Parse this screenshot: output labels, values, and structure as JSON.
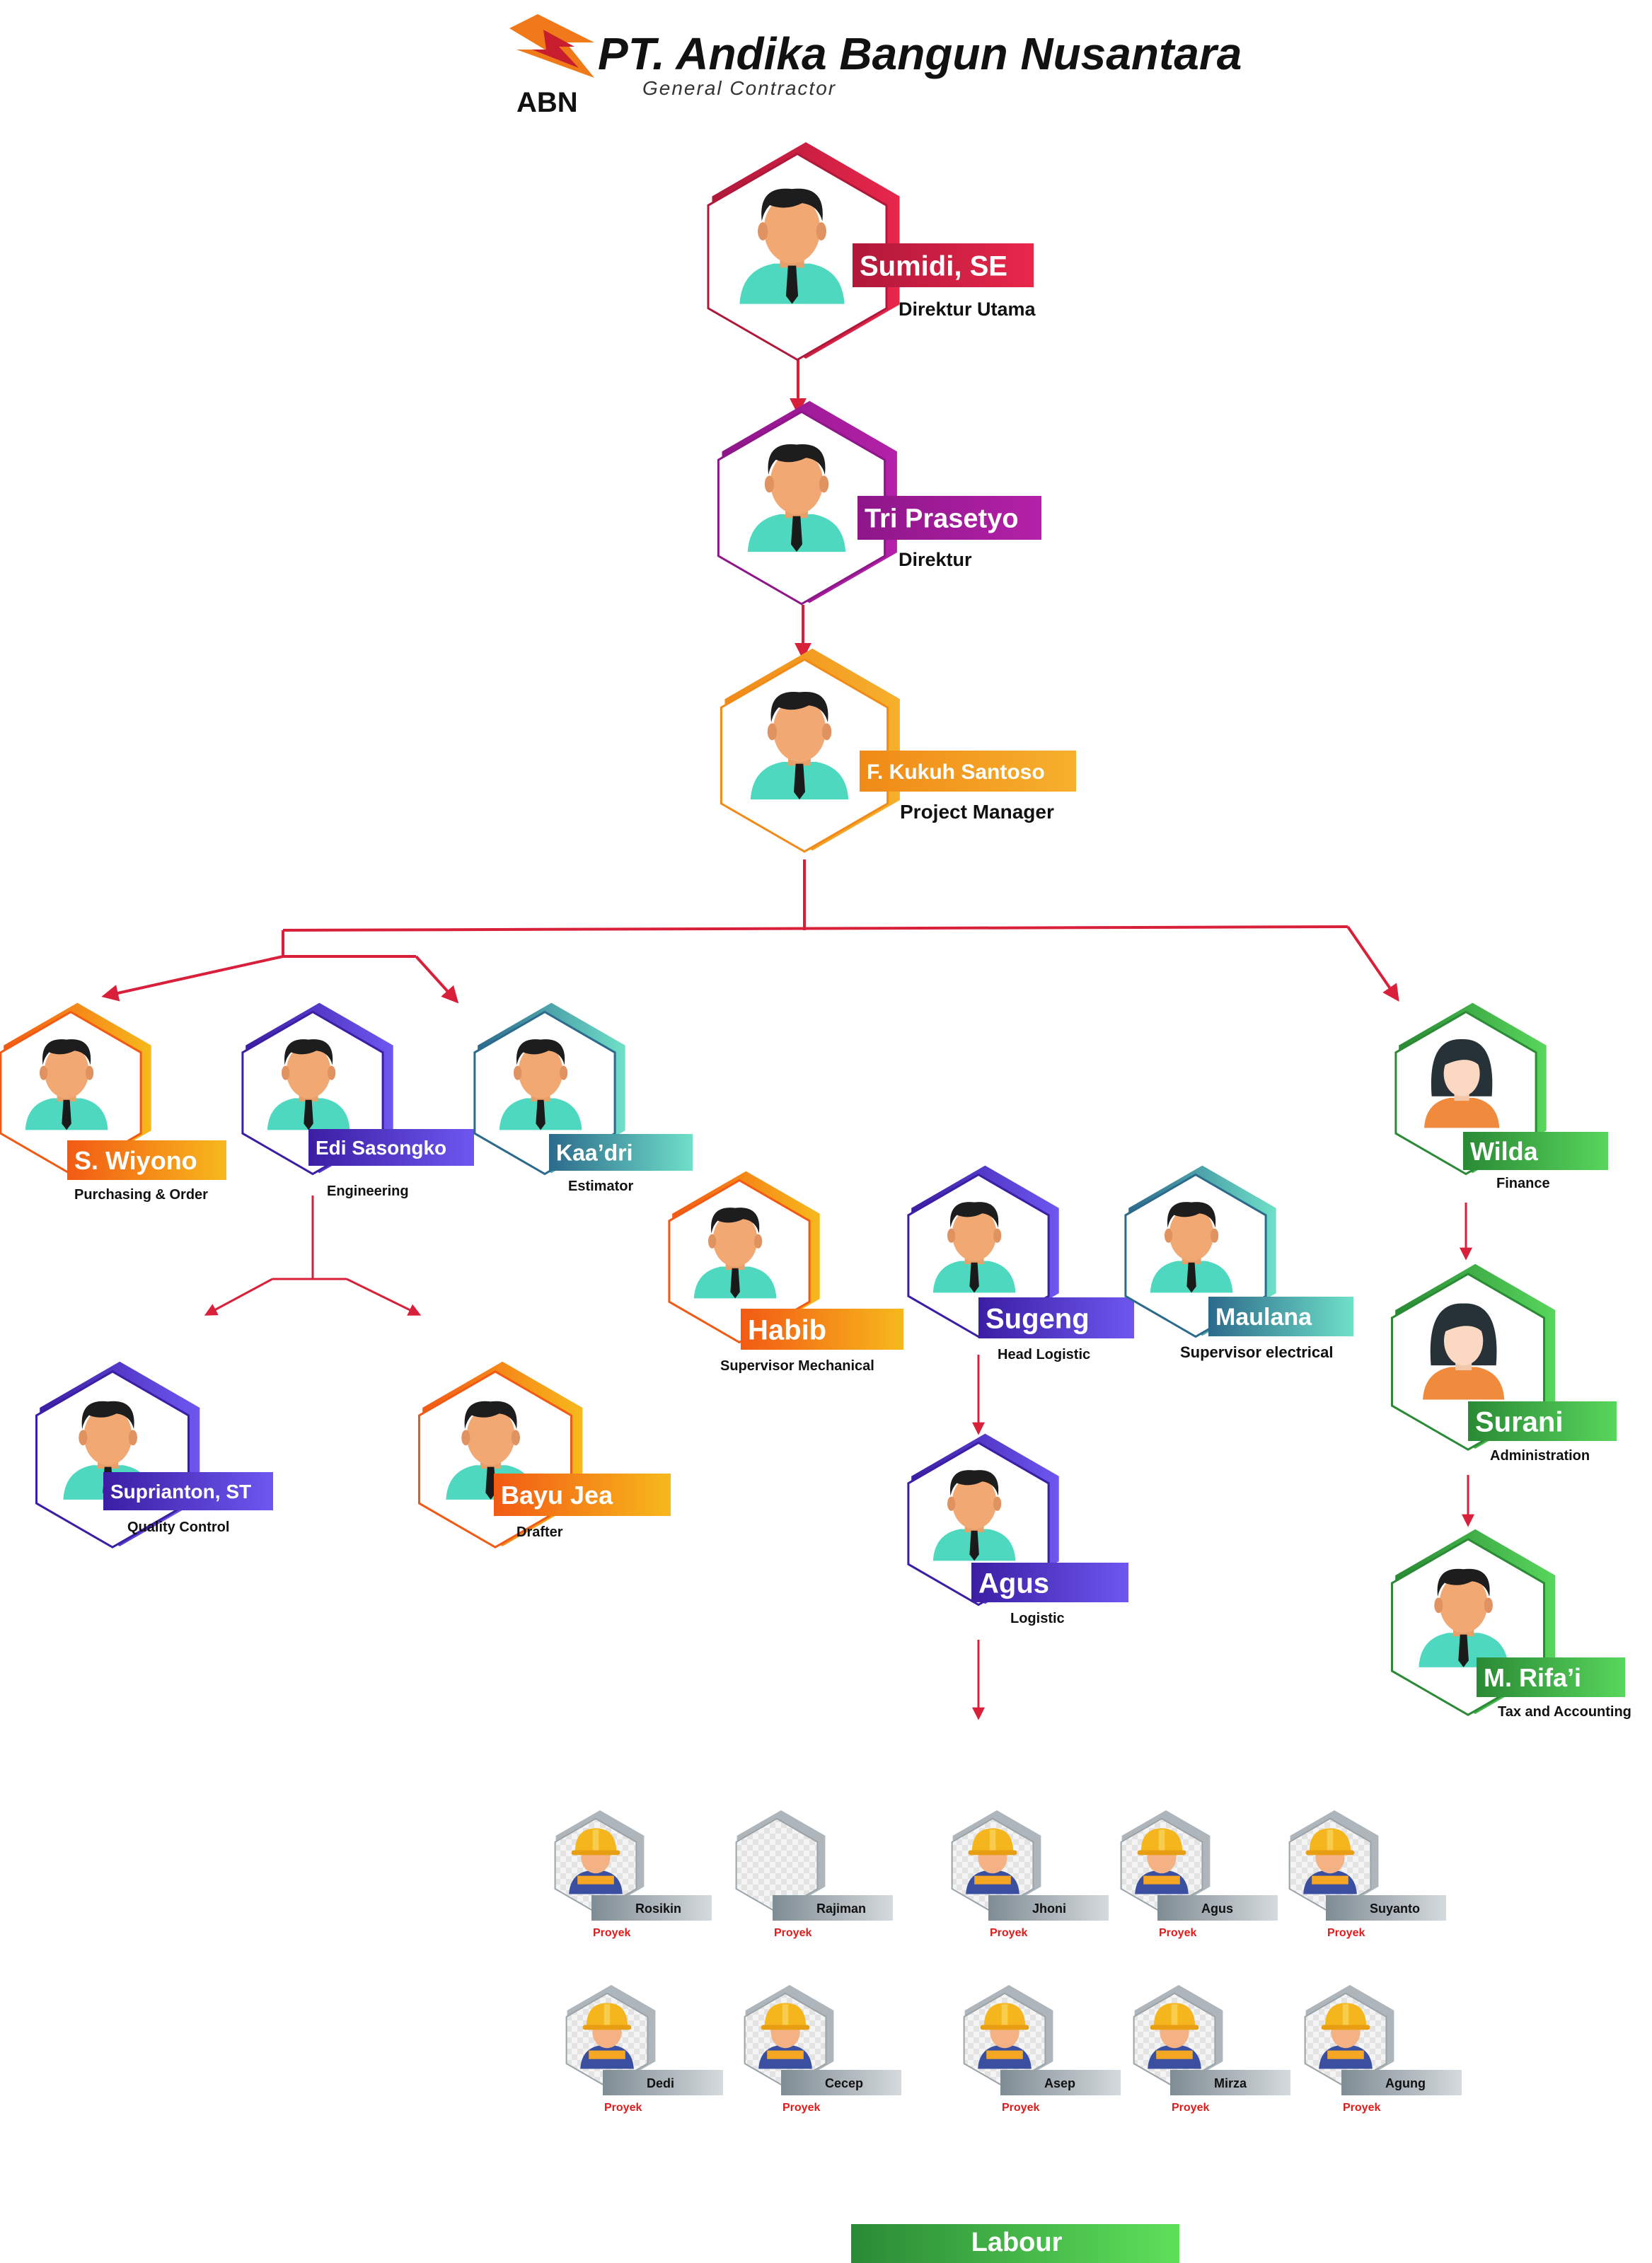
{
  "header": {
    "company": "PT. Andika Bangun Nusantara",
    "subtitle": "General Contractor",
    "logo_text": "ABN"
  },
  "people": [
    {
      "id": "sumidi",
      "name": "Sumidi, SE",
      "role": "Direktur Utama",
      "color": "#b0183a",
      "color2": "#e8274b",
      "avatar": "man"
    },
    {
      "id": "tri",
      "name": "Tri Prasetyo",
      "role": "Direktur",
      "color": "#8e1689",
      "color2": "#b321a8",
      "avatar": "man"
    },
    {
      "id": "kukuh",
      "name": "F. Kukuh Santoso",
      "role": "Project Manager",
      "color": "#f08a18",
      "color2": "#f6b02c",
      "avatar": "man"
    },
    {
      "id": "wiyono",
      "name": "S. Wiyono",
      "role": "Purchasing & Order",
      "color": "#f25a14",
      "color2": "#f7b91c",
      "avatar": "man"
    },
    {
      "id": "edi",
      "name": "Edi Sasongko",
      "role": "Engineering",
      "color": "#3b1ea3",
      "color2": "#6d57f0",
      "avatar": "man"
    },
    {
      "id": "kaadri",
      "name": "Kaa’dri",
      "role": "Estimator",
      "color": "#2c6a8c",
      "color2": "#6fe0c8",
      "avatar": "man"
    },
    {
      "id": "habib",
      "name": "Habib",
      "role": "Supervisor Mechanical",
      "color": "#f25a14",
      "color2": "#f7b91c",
      "avatar": "man"
    },
    {
      "id": "sugeng",
      "name": "Sugeng",
      "role": "Head Logistic",
      "color": "#3b1ea3",
      "color2": "#6d57f0",
      "avatar": "man"
    },
    {
      "id": "maulana",
      "name": "Maulana",
      "role": "Supervisor electrical",
      "color": "#2c6a8c",
      "color2": "#6fe0c8",
      "avatar": "man"
    },
    {
      "id": "wilda",
      "name": "Wilda",
      "role": "Finance",
      "color": "#2a8a35",
      "color2": "#58d65c",
      "avatar": "woman"
    },
    {
      "id": "suprianton",
      "name": "Suprianton, ST",
      "role": "Quality Control",
      "color": "#3b1ea3",
      "color2": "#6d57f0",
      "avatar": "man"
    },
    {
      "id": "bayu",
      "name": "Bayu Jea",
      "role": "Drafter",
      "color": "#f25a14",
      "color2": "#f7b91c",
      "avatar": "man"
    },
    {
      "id": "agus_log",
      "name": "Agus",
      "role": "Logistic",
      "color": "#3b1ea3",
      "color2": "#6d57f0",
      "avatar": "man"
    },
    {
      "id": "surani",
      "name": "Surani",
      "role": "Administration",
      "color": "#2a8a35",
      "color2": "#58d65c",
      "avatar": "woman"
    },
    {
      "id": "rifai",
      "name": "M. Rifa’i",
      "role": "Tax and Accounting",
      "color": "#2a8a35",
      "color2": "#58d65c",
      "avatar": "man"
    }
  ],
  "workers": [
    {
      "name": "Rosikin",
      "role": "Proyek",
      "avatar": "worker"
    },
    {
      "name": "Rajiman",
      "role": "Proyek",
      "avatar": "empty"
    },
    {
      "name": "Jhoni",
      "role": "Proyek",
      "avatar": "worker"
    },
    {
      "name": "Agus",
      "role": "Proyek",
      "avatar": "worker"
    },
    {
      "name": "Suyanto",
      "role": "Proyek",
      "avatar": "worker"
    },
    {
      "name": "Dedi",
      "role": "Proyek",
      "avatar": "worker"
    },
    {
      "name": "Cecep",
      "role": "Proyek",
      "avatar": "worker"
    },
    {
      "name": "Asep",
      "role": "Proyek",
      "avatar": "worker"
    },
    {
      "name": "Mirza",
      "role": "Proyek",
      "avatar": "worker"
    },
    {
      "name": "Agung",
      "role": "Proyek",
      "avatar": "worker"
    }
  ],
  "labour_label": "Labour",
  "colors": {
    "connector": "#d9203a",
    "worker_role": "#e01b1b",
    "labour_start": "#2a8a35",
    "labour_end": "#5ee05a"
  }
}
